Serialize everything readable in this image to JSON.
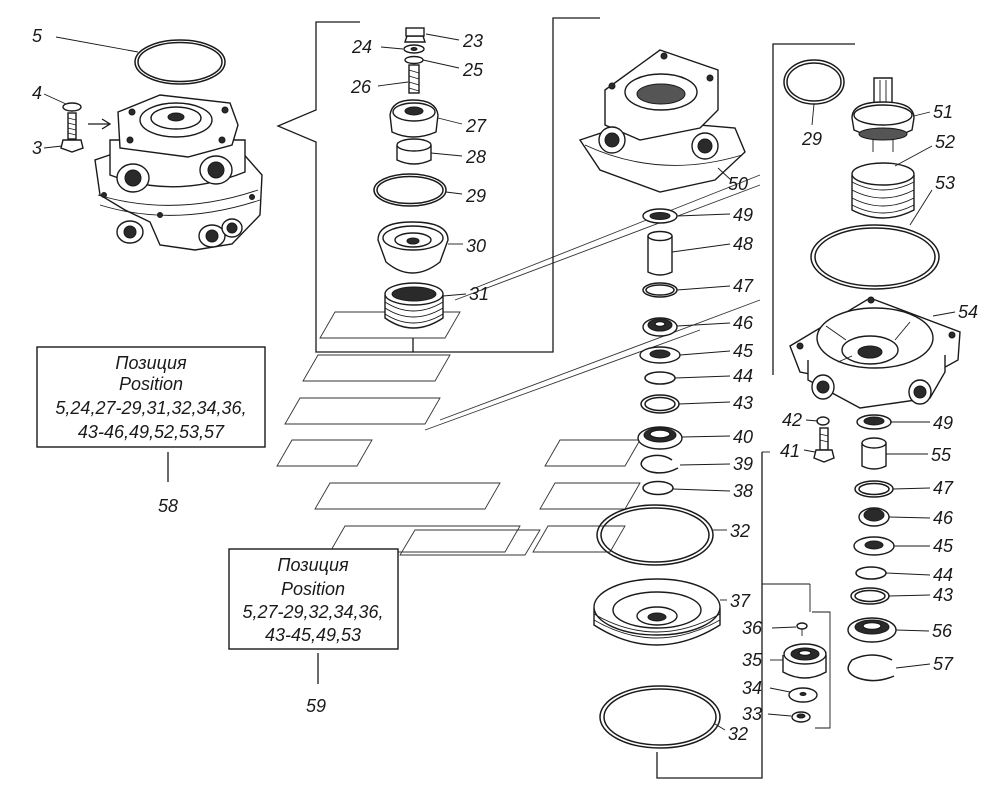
{
  "callouts": {
    "p5": "5",
    "p4": "4",
    "p3": "3",
    "p23": "23",
    "p24": "24",
    "p25": "25",
    "p26": "26",
    "p27": "27",
    "p28": "28",
    "p29a": "29",
    "p30": "30",
    "p31": "31",
    "p50": "50",
    "p49a": "49",
    "p48": "48",
    "p47a": "47",
    "p46a": "46",
    "p45a": "45",
    "p44a": "44",
    "p43a": "43",
    "p40": "40",
    "p39": "39",
    "p38": "38",
    "p32a": "32",
    "p37": "37",
    "p32b": "32",
    "p36": "36",
    "p35": "35",
    "p34": "34",
    "p33": "33",
    "p29b": "29",
    "p51": "51",
    "p52": "52",
    "p53": "53",
    "p54": "54",
    "p42": "42",
    "p41": "41",
    "p49b": "49",
    "p55": "55",
    "p47b": "47",
    "p46b": "46",
    "p45b": "45",
    "p44b": "44",
    "p43b": "43",
    "p56": "56",
    "p57": "57"
  },
  "box58": {
    "line1": "Позиция",
    "line2": "Position",
    "line3": "5,24,27-29,31,32,34,36,",
    "line4": "43-46,49,52,53,57",
    "kit": "58"
  },
  "box59": {
    "line1": "Позиция",
    "line2": "Position",
    "line3": "5,27-29,32,34,36,",
    "line4": "43-45,49,53",
    "kit": "59"
  }
}
